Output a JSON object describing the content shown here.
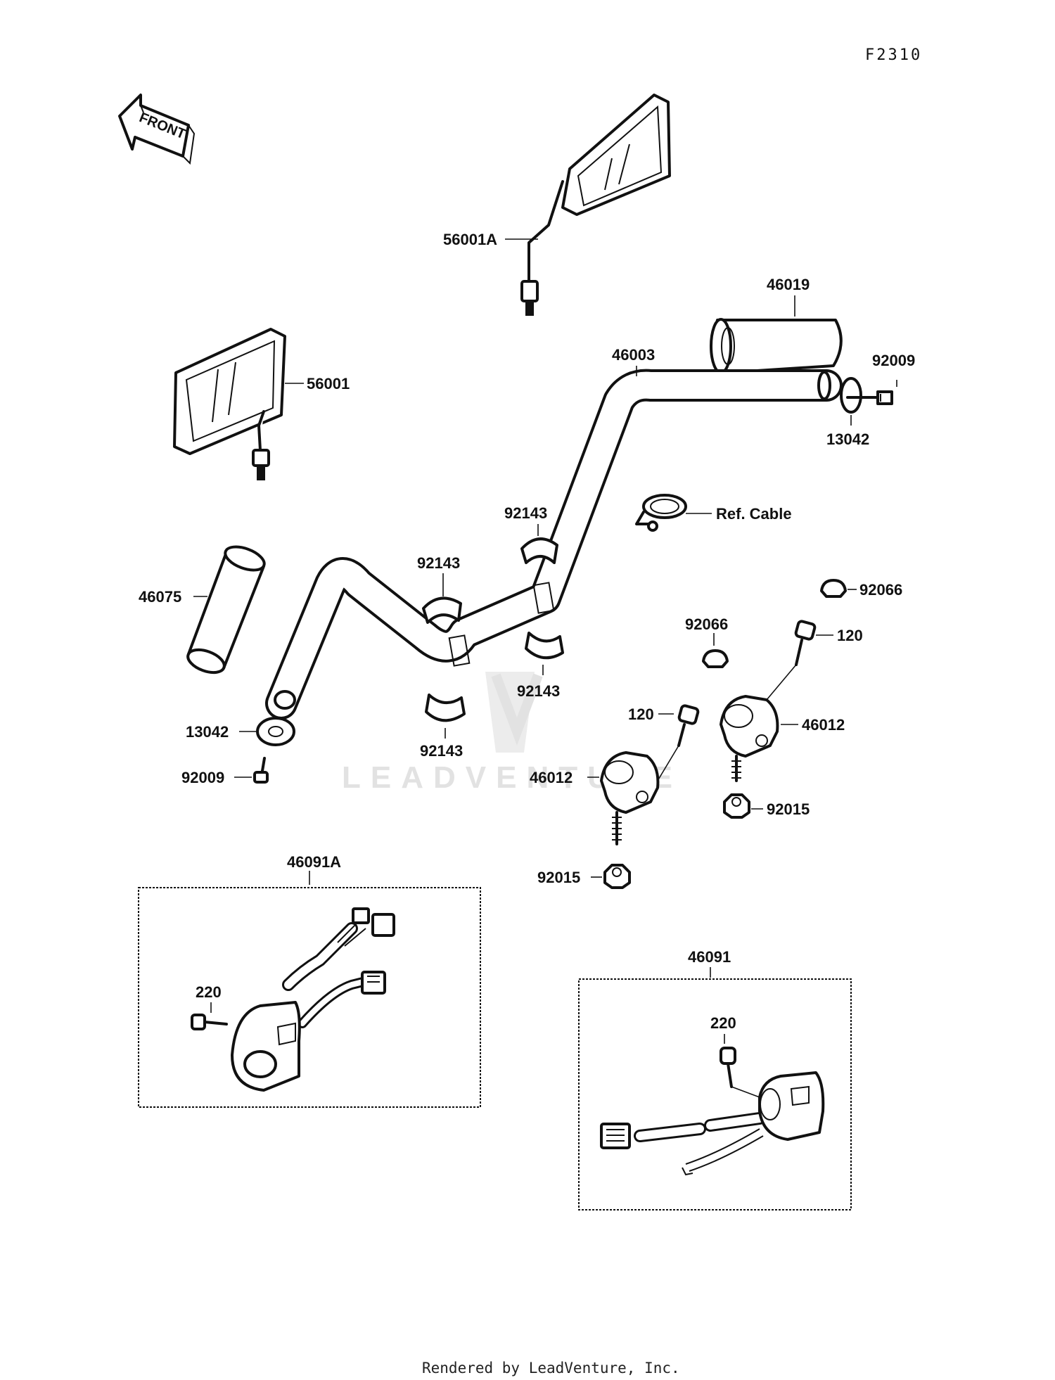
{
  "diagram_code": "F2310",
  "front_label": "FRONT",
  "watermark": "LEADVENTURE",
  "footer": "Rendered by LeadVenture, Inc.",
  "labels": {
    "mirror_right": "56001A",
    "mirror_left": "56001",
    "throttle_grip": "46019",
    "handlebar": "46003",
    "bolt_right": "92009",
    "weight_right": "13042",
    "cable_ref": "Ref. Cable",
    "clamp_upper_right": "92143",
    "clamp_upper_left": "92143",
    "clamp_lower_right": "92143",
    "clamp_lower_left": "92143",
    "left_grip": "46075",
    "weight_left": "13042",
    "bolt_left": "92009",
    "cap_right": "92066",
    "cap_left": "92066",
    "bolt_120_right": "120",
    "bolt_120_left": "120",
    "holder_right": "46012",
    "holder_left": "46012",
    "nut_right": "92015",
    "nut_left": "92015",
    "switch_left_box": "46091A",
    "switch_left_screw": "220",
    "switch_right_box": "46091",
    "switch_right_screw": "220"
  }
}
